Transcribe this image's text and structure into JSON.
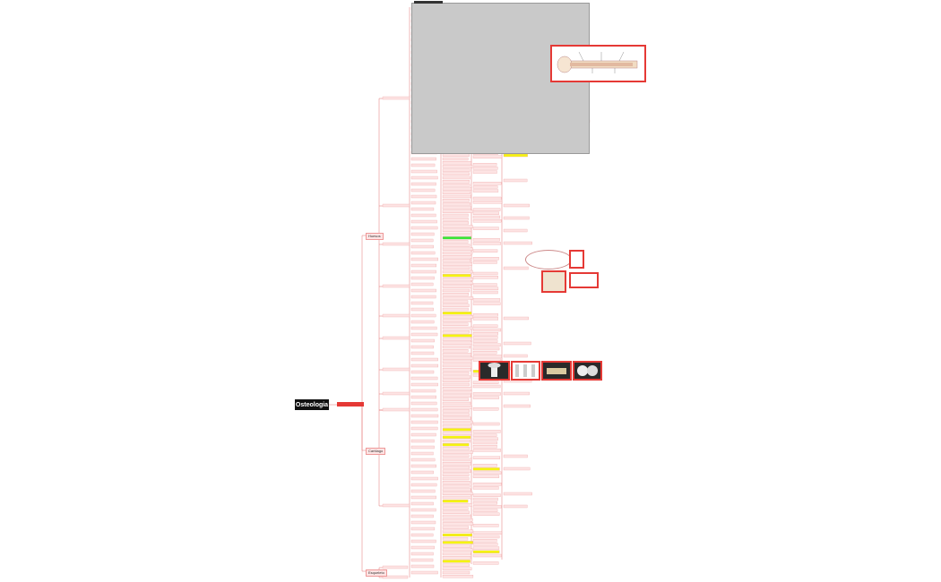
{
  "mindmap": {
    "root": "Osteologia",
    "root_subtitle": "",
    "branches": [
      {
        "label": "Huesos"
      },
      {
        "label": "Cartílago"
      },
      {
        "label": "Esqueleto"
      }
    ]
  },
  "colors": {
    "node_fill": "#fde4e4",
    "node_border": "#e99",
    "line": "#e57373",
    "highlight_yellow": "#f4f411",
    "highlight_green": "#39e639",
    "panel_gray": "#c9c9c9",
    "frame_red": "#e53935",
    "root_fill": "#111111"
  },
  "icons": [
    "bone-diagram-image",
    "joint-image",
    "bone-section-image",
    "cartilage-image"
  ]
}
